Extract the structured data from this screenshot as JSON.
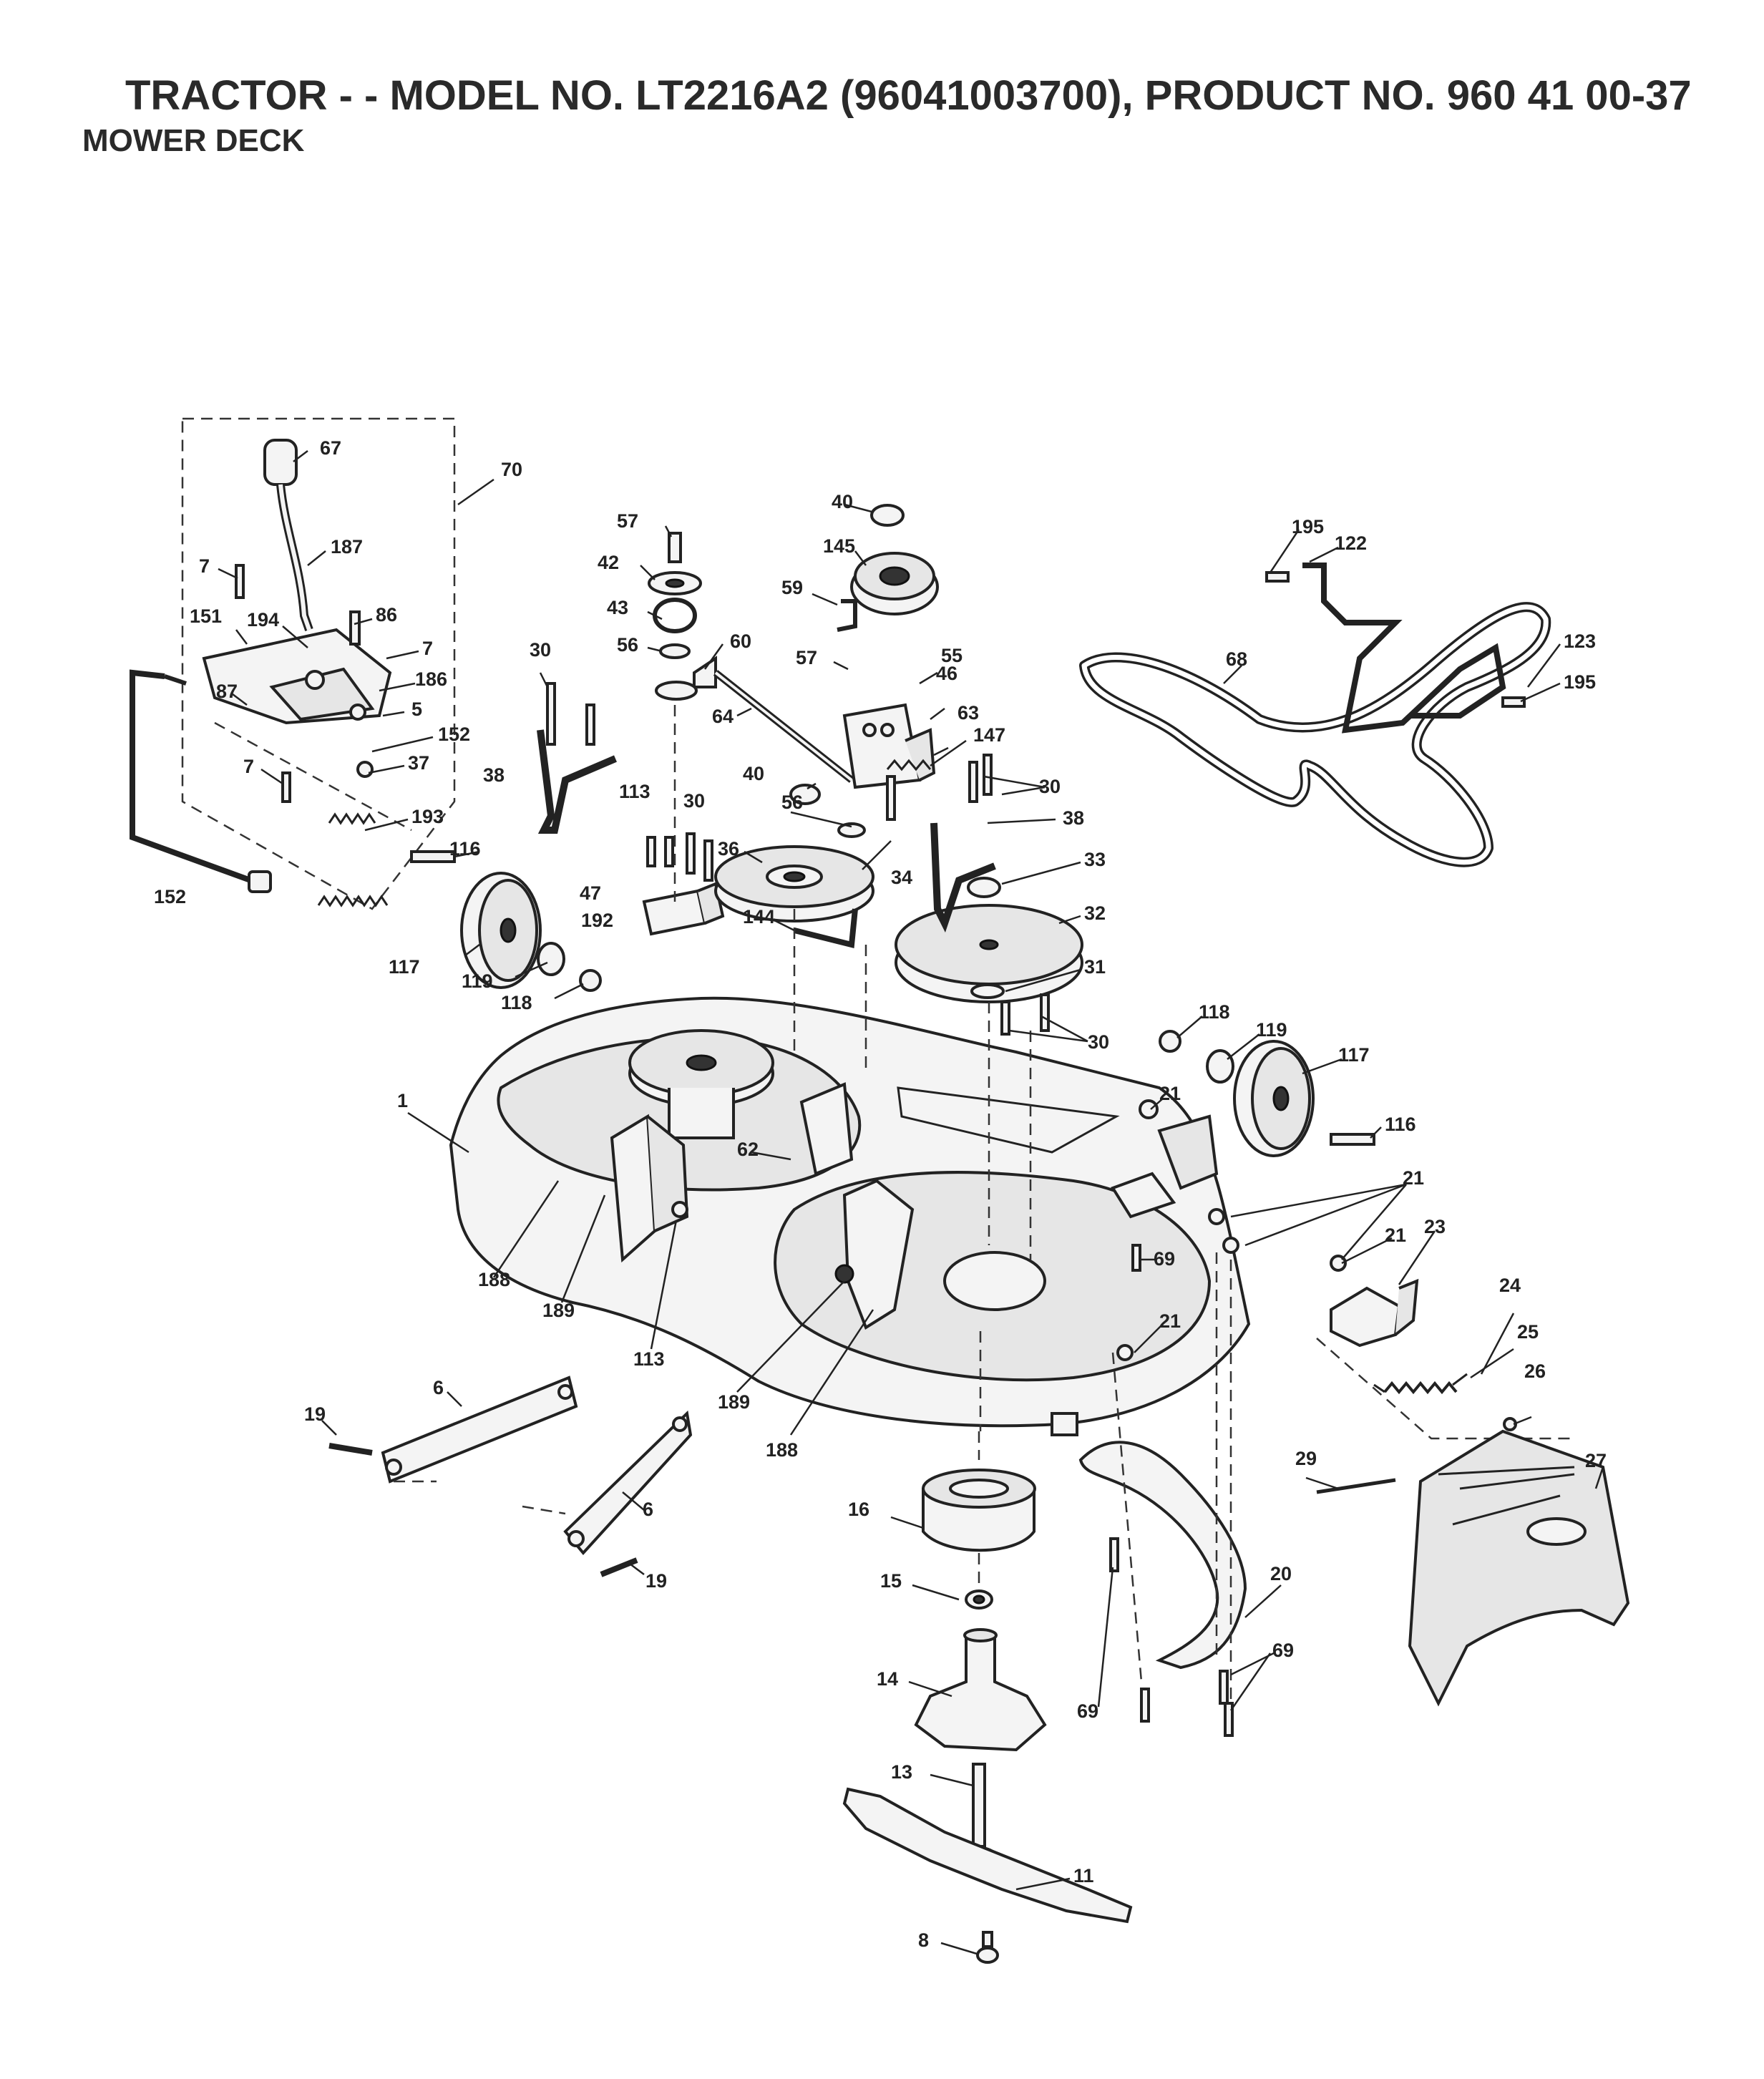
{
  "header": {
    "title": "TRACTOR - - MODEL NO. LT2216A2 (96041003700), PRODUCT NO. 960 41 00-37",
    "subtitle": "MOWER DECK"
  },
  "diagram": {
    "callouts": [
      "67",
      "70",
      "187",
      "7",
      "86",
      "151",
      "194",
      "7",
      "186",
      "87",
      "5",
      "152",
      "37",
      "7",
      "193",
      "152",
      "57",
      "42",
      "43",
      "56",
      "60",
      "30",
      "38",
      "113",
      "30",
      "64",
      "47",
      "192",
      "40",
      "145",
      "59",
      "57",
      "55",
      "46",
      "63",
      "147",
      "30",
      "38",
      "40",
      "56",
      "36",
      "34",
      "144",
      "33",
      "32",
      "31",
      "30",
      "195",
      "122",
      "68",
      "123",
      "195",
      "116",
      "117",
      "119",
      "118",
      "118",
      "119",
      "117",
      "116",
      "21",
      "21",
      "21",
      "69",
      "21",
      "23",
      "24",
      "25",
      "26",
      "27",
      "29",
      "20",
      "69",
      "69",
      "1",
      "62",
      "188",
      "189",
      "113",
      "189",
      "188",
      "6",
      "19",
      "6",
      "19",
      "16",
      "15",
      "14",
      "13",
      "11",
      "8"
    ]
  }
}
